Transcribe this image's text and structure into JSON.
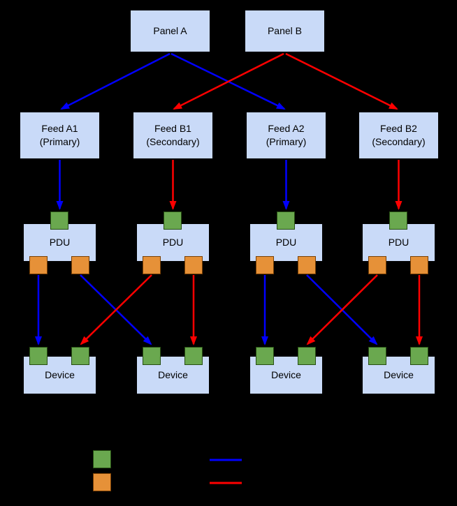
{
  "colors": {
    "background": "#000000",
    "box_fill": "#c9daf8",
    "box_border": "#000000",
    "green_port": "#6aa84f",
    "green_port_border": "#274e13",
    "orange_port": "#e69138",
    "orange_port_border": "#783f04",
    "blue_line": "#0000ff",
    "red_line": "#ff0000",
    "text": "#000000"
  },
  "panels": [
    {
      "label": "Panel A"
    },
    {
      "label": "Panel B"
    }
  ],
  "feeds": [
    {
      "line1": "Feed A1",
      "line2": "(Primary)"
    },
    {
      "line1": "Feed B1",
      "line2": "(Secondary)"
    },
    {
      "line1": "Feed A2",
      "line2": "(Primary)"
    },
    {
      "line1": "Feed B2",
      "line2": "(Secondary)"
    }
  ],
  "pdus": [
    {
      "label": "PDU"
    },
    {
      "label": "PDU"
    },
    {
      "label": "PDU"
    },
    {
      "label": "PDU"
    }
  ],
  "devices": [
    {
      "label": "Device"
    },
    {
      "label": "Device"
    },
    {
      "label": "Device"
    },
    {
      "label": "Device"
    }
  ]
}
